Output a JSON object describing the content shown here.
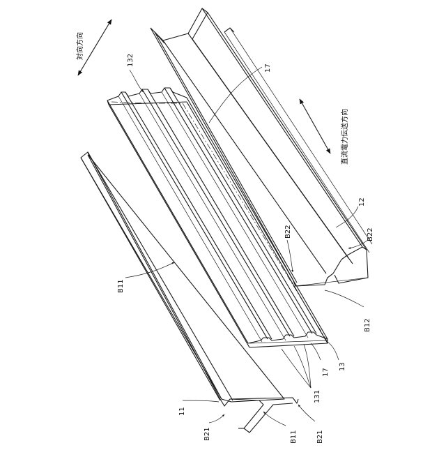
{
  "direction_labels": {
    "facing": "対向方向",
    "transmission": "直流電力伝送方向"
  },
  "reference_labels": {
    "r11": "11",
    "r12": "12",
    "r13": "13",
    "r17_top": "17",
    "r17_bottom": "17",
    "r131": "131",
    "r132": "132",
    "b11_top": "B11",
    "b11_bottom": "B11",
    "b12": "B12",
    "b21_left": "B21",
    "b21_right": "B21",
    "b22_mid": "B22",
    "b22_right": "B22"
  }
}
